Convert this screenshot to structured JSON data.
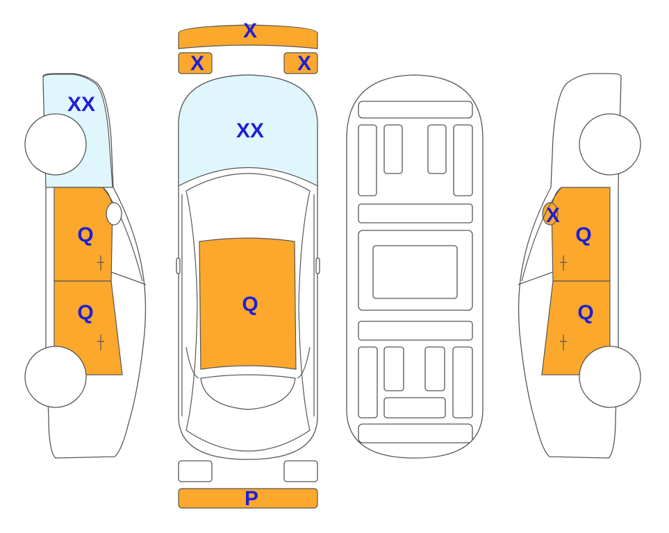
{
  "colors": {
    "damaged_fill": "#fba82c",
    "glass_fill": "#dff6fd",
    "outline": "#555555",
    "code_text": "#1f1fd6"
  },
  "views": {
    "top": {
      "rear_bumper_code": "X",
      "rear_left_light_code": "X",
      "rear_right_light_code": "X",
      "rear_glass_code": "XX",
      "roof_code": "Q",
      "front_bumper_code": "P"
    },
    "left_side": {
      "rear_glass_code": "XX",
      "rear_door_code": "Q",
      "front_door_code": "Q"
    },
    "right_side": {
      "mirror_code": "X",
      "front_door_code": "Q",
      "rear_door_code": "Q"
    }
  }
}
